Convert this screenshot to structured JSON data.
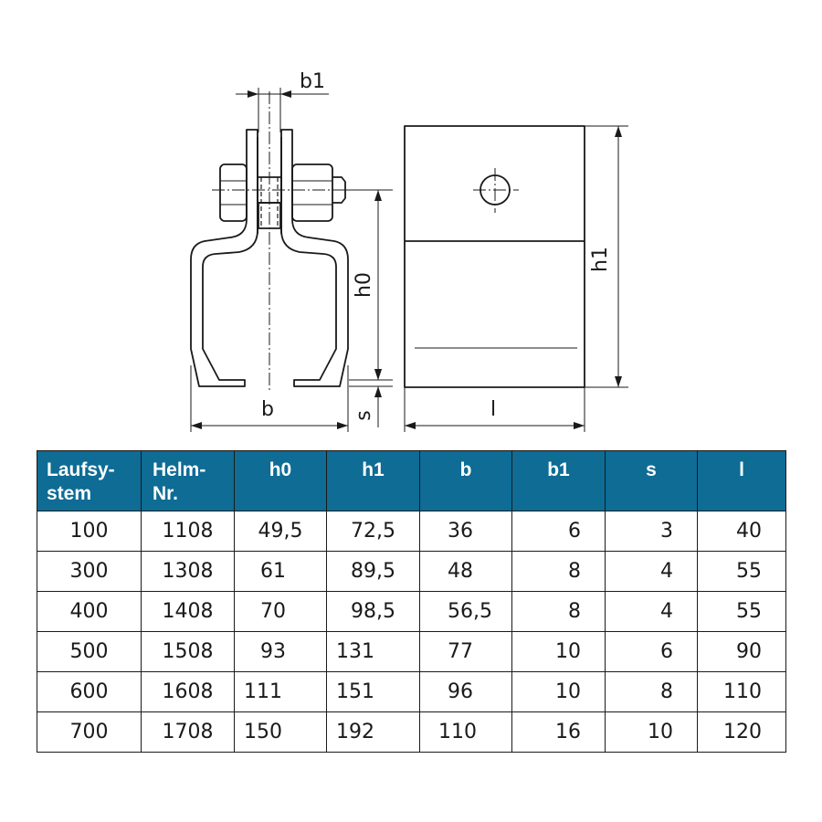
{
  "drawing": {
    "labels": {
      "b1": "b1",
      "h0": "h0",
      "h1": "h1",
      "b": "b",
      "s": "s",
      "l": "l"
    }
  },
  "table": {
    "header_color": "#0e6c95",
    "headers": [
      "Laufsy-\nstem",
      "Helm-\nNr.",
      "h0",
      "h1",
      "b",
      "b1",
      "s",
      "l"
    ],
    "rows": [
      [
        "100",
        "1108",
        "49,5",
        "72,5",
        "36",
        "6",
        "3",
        "40"
      ],
      [
        "300",
        "1308",
        "61",
        "89,5",
        "48",
        "8",
        "4",
        "55"
      ],
      [
        "400",
        "1408",
        "70",
        "98,5",
        "56,5",
        "8",
        "4",
        "55"
      ],
      [
        "500",
        "1508",
        "93",
        "131",
        "77",
        "10",
        "6",
        "90"
      ],
      [
        "600",
        "1608",
        "111",
        "151",
        "96",
        "10",
        "8",
        "110"
      ],
      [
        "700",
        "1708",
        "150",
        "192",
        "110",
        "16",
        "10",
        "120"
      ]
    ]
  }
}
